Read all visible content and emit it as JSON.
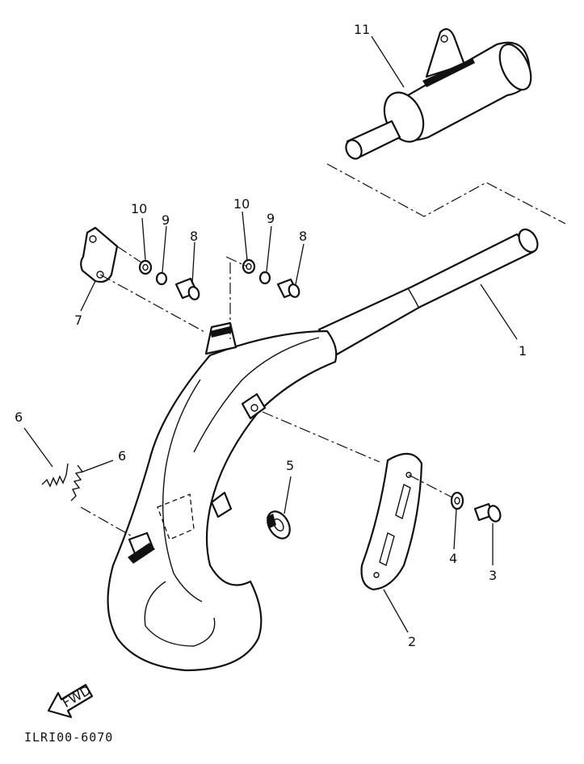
{
  "diagram": {
    "drawing_code": "ILRI00-6070",
    "direction_marker": "FWD",
    "callouts": {
      "c1": "1",
      "c2": "2",
      "c3": "3",
      "c4": "4",
      "c5": "5",
      "c6a": "6",
      "c6b": "6",
      "c7": "7",
      "c8a": "8",
      "c8b": "8",
      "c9a": "9",
      "c9b": "9",
      "c10a": "10",
      "c10b": "10",
      "c11": "11"
    }
  }
}
